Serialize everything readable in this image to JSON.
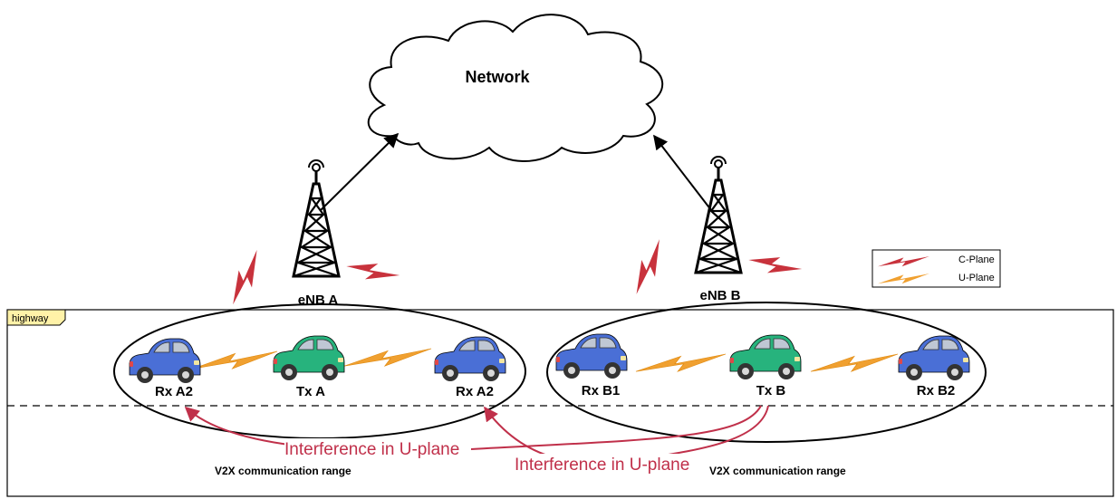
{
  "network": {
    "label": "Network"
  },
  "towers": [
    {
      "label": "eNB A"
    },
    {
      "label": "eNB B"
    }
  ],
  "highway": {
    "tag": "highway"
  },
  "cars": [
    {
      "label": "Rx A2",
      "color": "#4a6fd6"
    },
    {
      "label": "Tx A",
      "color": "#27b37d"
    },
    {
      "label": "Rx A2",
      "color": "#4a6fd6"
    },
    {
      "label": "Rx B1",
      "color": "#4a6fd6"
    },
    {
      "label": "Tx B",
      "color": "#27b37d"
    },
    {
      "label": "Rx B2",
      "color": "#4a6fd6"
    }
  ],
  "range_labels": [
    "V2X communication range",
    "V2X communication range"
  ],
  "interference_labels": [
    "Interference in U-plane",
    "Interference in U-plane"
  ],
  "legend": {
    "c_plane": {
      "label": "C-Plane",
      "color": "#c8323c"
    },
    "u_plane": {
      "label": "U-Plane",
      "color": "#f0a030"
    }
  },
  "colors": {
    "interference": "#c0304a",
    "c_plane_bolt": "#c8323c",
    "u_plane_bolt": "#f0a030",
    "highway_tag_bg": "#fff2a8"
  }
}
